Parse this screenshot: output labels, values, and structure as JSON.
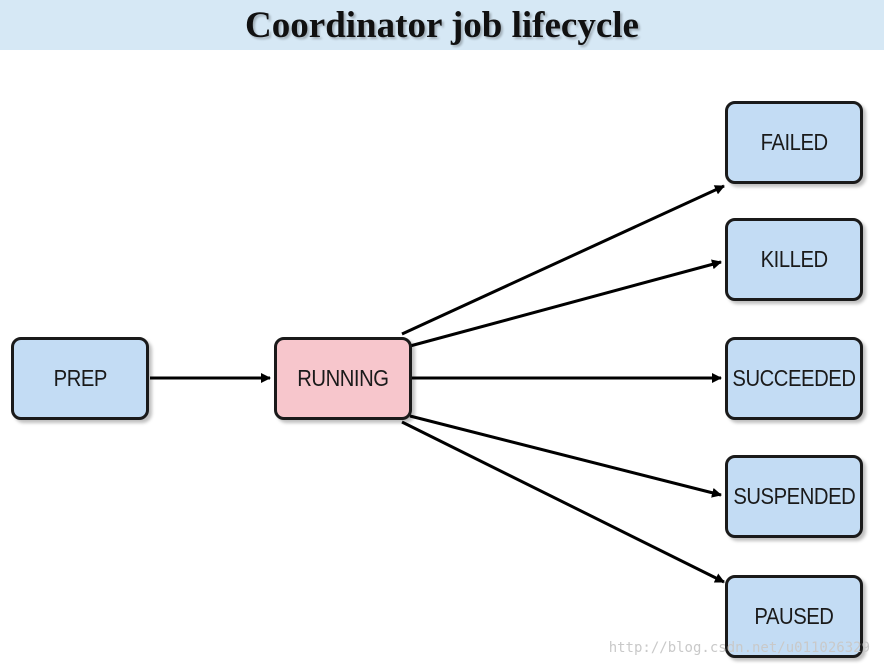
{
  "title": "Coordinator job lifecycle",
  "colors": {
    "title_bar": "#d6e8f5",
    "state_default": "#c3dcf4",
    "state_active": "#f7c6cc",
    "border": "#1a1a1a",
    "arrow": "#000000"
  },
  "states": {
    "prep": "PREP",
    "running": "RUNNING",
    "failed": "FAILED",
    "killed": "KILLED",
    "succeeded": "SUCCEEDED",
    "suspended": "SUSPENDED",
    "paused": "PAUSED"
  },
  "transitions": [
    {
      "from": "PREP",
      "to": "RUNNING"
    },
    {
      "from": "RUNNING",
      "to": "FAILED"
    },
    {
      "from": "RUNNING",
      "to": "KILLED"
    },
    {
      "from": "RUNNING",
      "to": "SUCCEEDED"
    },
    {
      "from": "RUNNING",
      "to": "SUSPENDED"
    },
    {
      "from": "RUNNING",
      "to": "PAUSED"
    }
  ],
  "watermark_url": "http://blog.csdn.net/u011026329"
}
